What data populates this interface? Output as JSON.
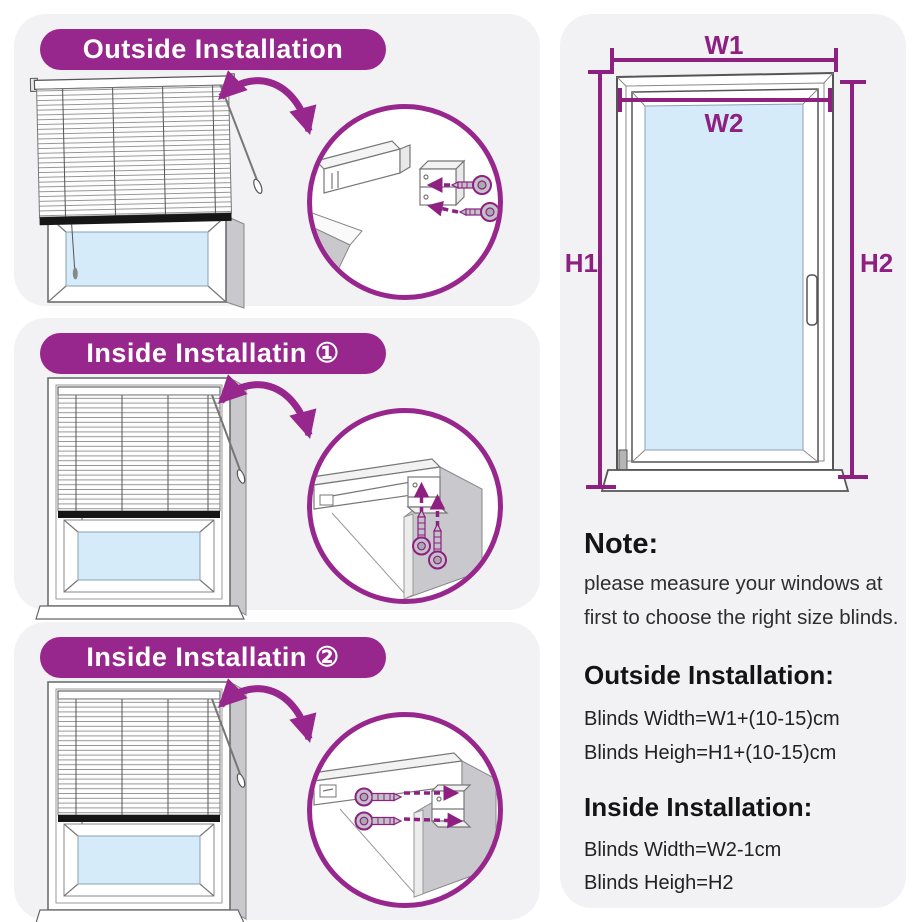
{
  "colors": {
    "accent": "#97278C",
    "measure_purple": "#8E2082",
    "panel_background": "#F2F1F4",
    "glass_blue": "#D6EBF9",
    "wall_gray": "#C9C8CD",
    "bottom_rail_black": "#161616"
  },
  "panels": [
    {
      "title": "Outside Installation"
    },
    {
      "title": "Inside Installatin ①"
    },
    {
      "title": "Inside Installatin ②"
    }
  ],
  "window_diagram": {
    "w1": "W1",
    "w2": "W2",
    "h1": "H1",
    "h2": "H2"
  },
  "note": {
    "heading": "Note:",
    "lines": [
      "please measure your windows at",
      "first to choose the right size blinds."
    ]
  },
  "outside_installation": {
    "heading": "Outside Installation:",
    "formulas": [
      "Blinds Width=W1+(10-15)cm",
      "Blinds Heigh=H1+(10-15)cm"
    ]
  },
  "inside_installation": {
    "heading": "Inside Installation:",
    "formulas": [
      "Blinds Width=W2-1cm",
      "Blinds Heigh=H2"
    ]
  }
}
